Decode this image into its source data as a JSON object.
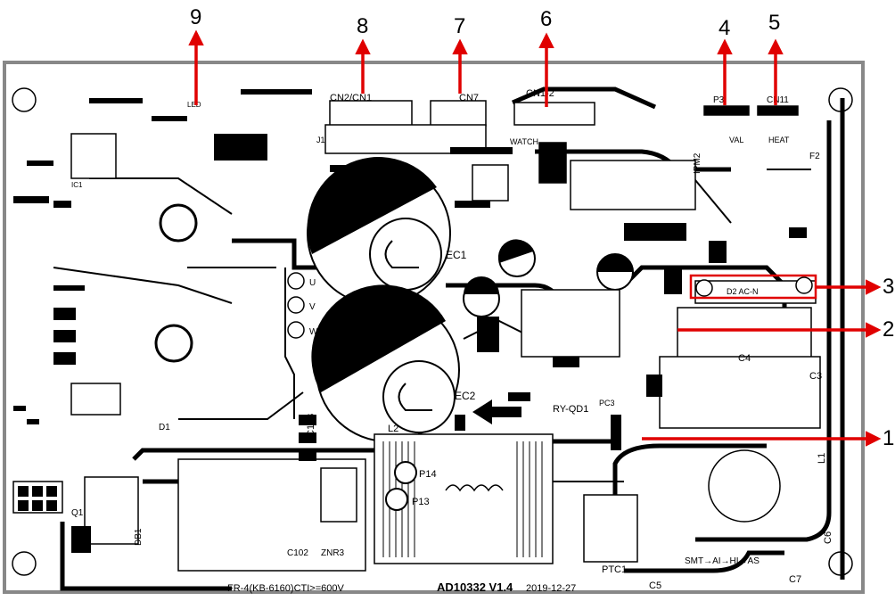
{
  "callouts": [
    "1",
    "2",
    "3",
    "4",
    "5",
    "6",
    "7",
    "8",
    "9"
  ],
  "board": {
    "connectors": {
      "cn2_cn1": "CN2/CN1",
      "cn7": "CN7",
      "cn1_2": "CN1-2",
      "p3": "P3",
      "cn11": "CN11",
      "val": "VAL",
      "heat": "HEAT",
      "watch": "WATCH"
    },
    "capacitors": {
      "ec1": "EC1",
      "ec2": "EC2",
      "c103": "C103",
      "c3": "C3",
      "c4": "C4",
      "c5": "C5",
      "c6": "C6",
      "c7": "C7"
    },
    "motor_terminals": {
      "u": "U",
      "v": "V",
      "w": "W"
    },
    "labels": {
      "ipm2": "IPM2",
      "f2": "F2",
      "d1": "D1",
      "d2_acn": "D2 AC-N",
      "l1": "L1",
      "l2": "L2",
      "p13": "P13",
      "p14": "P14",
      "ry_qd1": "RY-QD1",
      "ptc1": "PTC1",
      "znr3": "ZNR3",
      "c102": "C102",
      "q1": "Q1",
      "db1": "DB1",
      "led": "LED",
      "j1": "J1",
      "ic1": "IC1",
      "pc3": "PC3"
    },
    "footer": {
      "material": "FR-4(KB-6160)CTI>=600V",
      "board_id": "AD10332 V1.4",
      "date": "2019-12-27",
      "process": "SMT→AI→HI→AS"
    }
  },
  "colors": {
    "arrow": "#e00000",
    "outline": "#888888",
    "ink": "#000000"
  }
}
